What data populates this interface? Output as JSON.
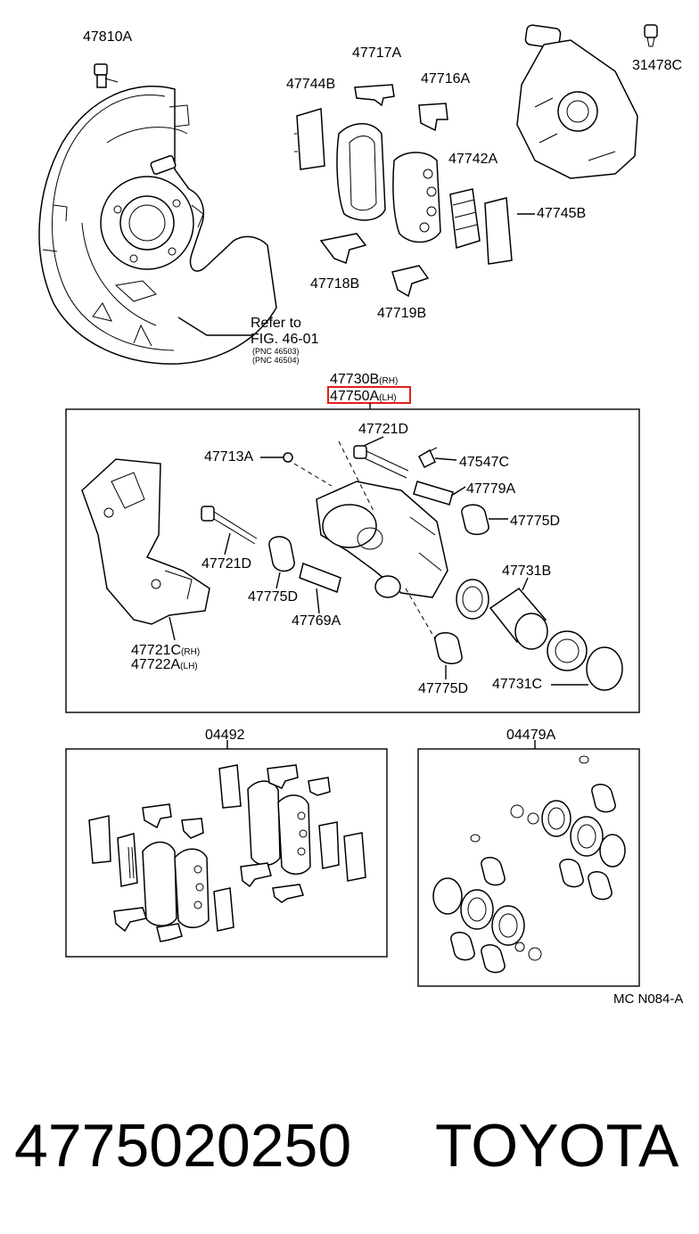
{
  "labels": {
    "p47810A": "47810A",
    "p47717A": "47717A",
    "p47744B": "47744B",
    "p47716A": "47716A",
    "p31478C": "31478C",
    "p47742A": "47742A",
    "p47745B": "47745B",
    "p47718B": "47718B",
    "p47719B": "47719B",
    "refer_line1": "Refer to",
    "refer_line2": "FIG. 46-01",
    "refer_pnc1": "(PNC 46503)",
    "refer_pnc2": "(PNC 46504)",
    "p47730B": "47730B",
    "p47730B_side": "(RH)",
    "p47750A": "47750A",
    "p47750A_side": "(LH)",
    "p47721D_top": "47721D",
    "p47713A": "47713A",
    "p47547C": "47547C",
    "p47779A": "47779A",
    "p47775D_right": "47775D",
    "p47721D_left": "47721D",
    "p47731B": "47731B",
    "p47775D_mid": "47775D",
    "p47769A": "47769A",
    "p47721C": "47721C",
    "p47721C_side": "(RH)",
    "p47722A": "47722A",
    "p47722A_side": "(LH)",
    "p47775D_bottom": "47775D",
    "p47731C": "47731C",
    "kit04492": "04492",
    "kit04479A": "04479A",
    "figure_code": "MC N084-A"
  },
  "footer": {
    "part_number": "4775020250",
    "brand": "TOYOTA"
  },
  "colors": {
    "line": "#000000",
    "highlight": "#e0201b",
    "background": "#ffffff"
  }
}
